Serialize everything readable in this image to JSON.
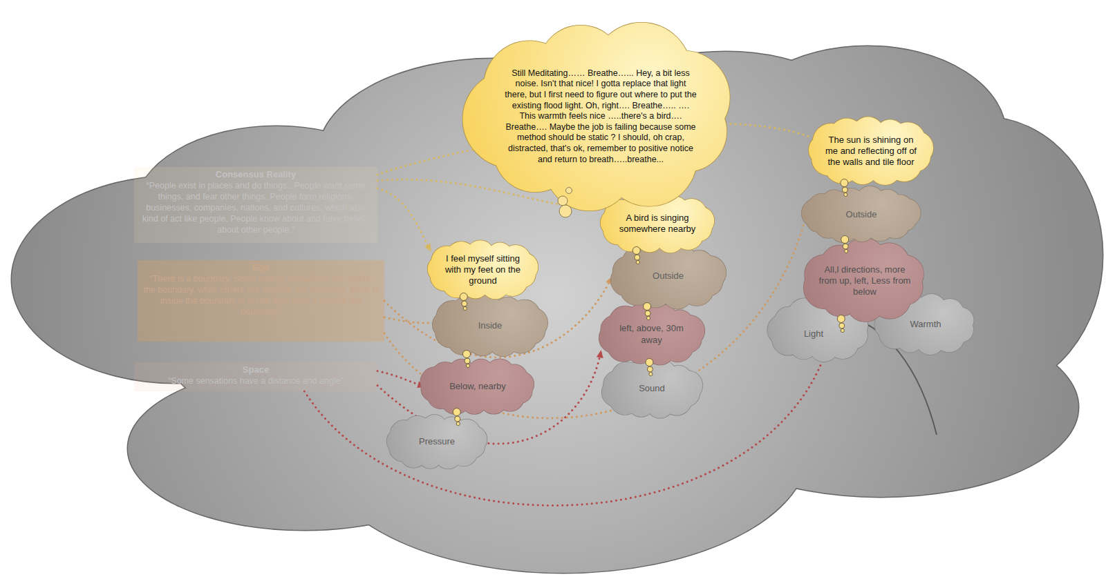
{
  "diagram": {
    "nodes": [
      {
        "text": [
          "Still Meditating…… Breathe…... Hey, a bit less noise. Isn't that nice! I gotta replace that light there, but I first need to figure out where to put the existing flood light. Oh, right…. Breathe….. …. This warmth feels nice …..there's a bird…. Breathe…. Maybe the job is failing because some method should be static ? I should, oh crap, distracted, that's ok, remember to positive notice and return to breath…..breathe..."
        ]
      },
      {
        "text": [
          "Consensus Reality",
          "“People exist in places and do things.. People want some things, and fear other things. People form religions, businesses, companies, nations, and cultures, which also kind of act like people. People know about and have beliefs about other people.”"
        ]
      },
      {
        "text": [
          "Ego",
          "“There is a boundary. Some nearby sensations are ‘inside’ the boundary, while others are ‘outside’ the boundary. What is inside the boundary is at risk from what it outside the boundary.”"
        ]
      },
      {
        "text": [
          "Space",
          "“Some sensations have a distance and angle”"
        ]
      },
      {
        "text": [
          "I feel myself sitting with my feet on the ground"
        ]
      },
      {
        "text": [
          "Inside"
        ]
      },
      {
        "text": [
          "Below, nearby"
        ]
      },
      {
        "text": [
          "Pressure"
        ]
      },
      {
        "text": [
          "A bird is singing somewhere nearby"
        ]
      },
      {
        "text": [
          "Outside"
        ]
      },
      {
        "text": [
          "left, above, 30m away"
        ]
      },
      {
        "text": [
          "Sound"
        ]
      },
      {
        "text": [
          "The sun is shining on me and reflecting off of the walls and tile floor"
        ]
      },
      {
        "text": [
          "Outside"
        ]
      },
      {
        "text": [
          "All,l directions, more from up, left, Less from below"
        ]
      },
      {
        "text": [
          "Light"
        ]
      },
      {
        "text": [
          "Warmth"
        ]
      }
    ],
    "edges": [
      {
        "from": 7,
        "to": 6,
        "arrow": "none"
      },
      {
        "from": 6,
        "to": 5,
        "arrow": "none"
      },
      {
        "from": 5,
        "to": 4,
        "arrow": "none"
      },
      {
        "from": 11,
        "to": 10,
        "arrow": "none"
      },
      {
        "from": 10,
        "to": 9,
        "arrow": "none"
      },
      {
        "from": 9,
        "to": 8,
        "arrow": "none"
      },
      {
        "from": 15,
        "to": 14,
        "arrow": "none"
      },
      {
        "from": 14,
        "to": 13,
        "arrow": "none"
      },
      {
        "from": 13,
        "to": 12,
        "arrow": "none"
      },
      {
        "from": 1,
        "to": 4,
        "arrow": "to"
      },
      {
        "from": 1,
        "to": 8,
        "arrow": "to"
      },
      {
        "from": 1,
        "to": 12,
        "arrow": "none"
      },
      {
        "from": 2,
        "to": 5,
        "arrow": "to"
      },
      {
        "from": 2,
        "to": 9,
        "arrow": "to"
      },
      {
        "from": 2,
        "to": 13,
        "arrow": "none"
      },
      {
        "from": 3,
        "to": 6,
        "arrow": "to"
      },
      {
        "from": 3,
        "to": 10,
        "arrow": "to"
      },
      {
        "from": 3,
        "to": 14,
        "arrow": "to"
      }
    ]
  }
}
